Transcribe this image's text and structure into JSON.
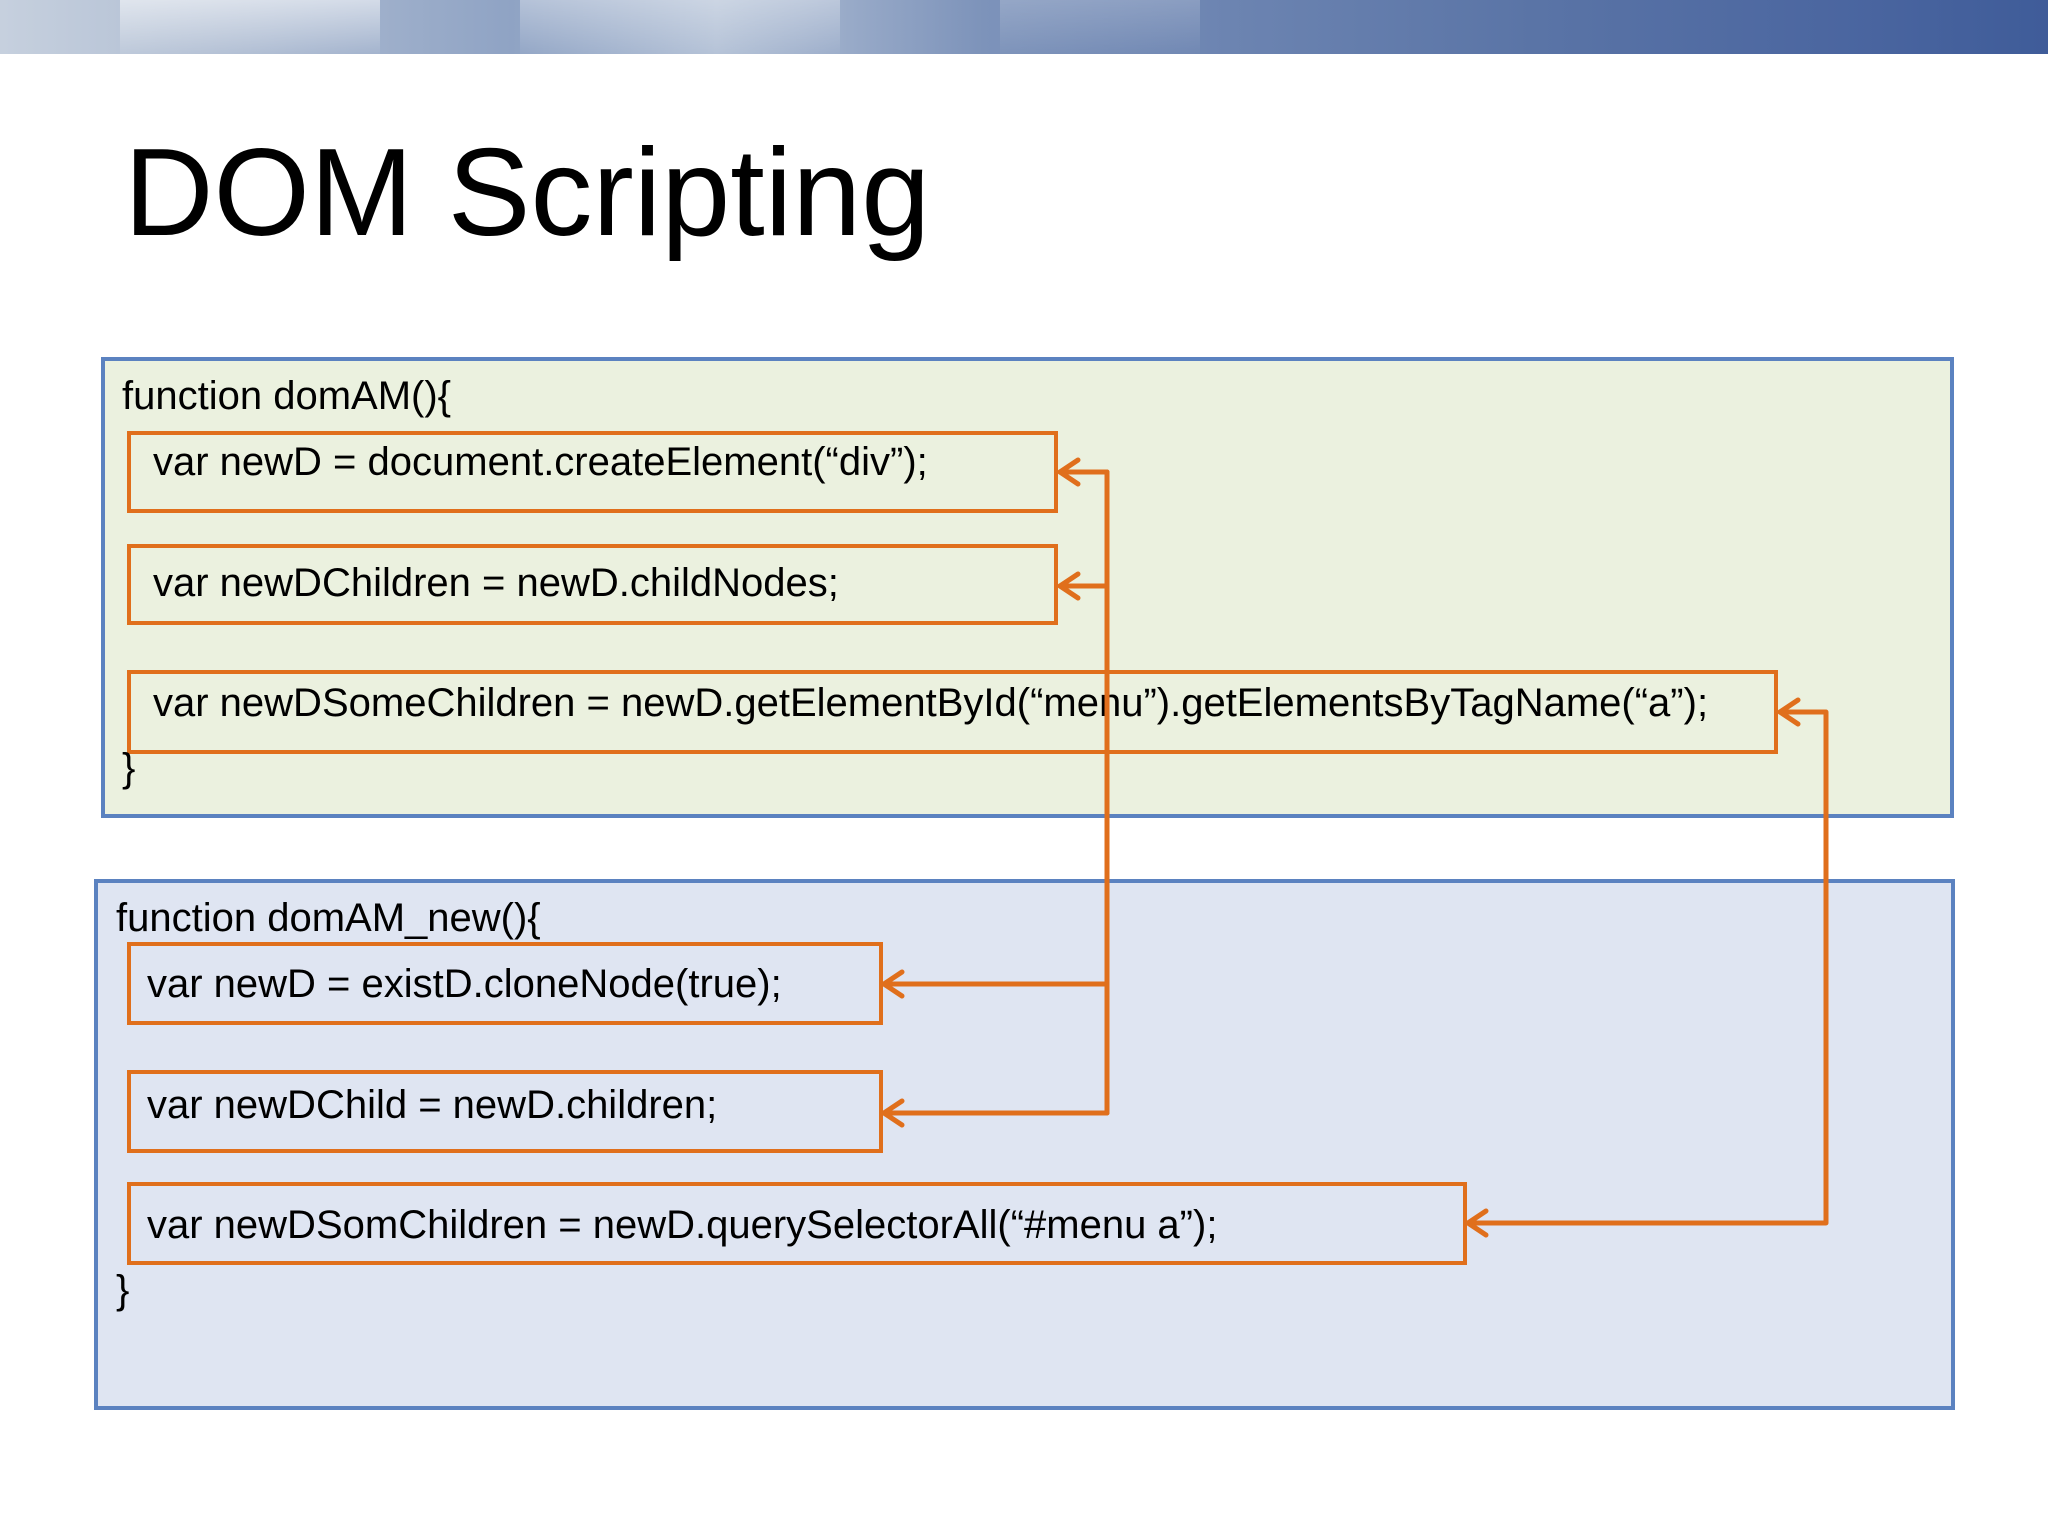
{
  "slide": {
    "title": "DOM Scripting"
  },
  "colors": {
    "func_box_border": "#5b82c0",
    "func_box_1_fill": "#ebf1df",
    "func_box_2_fill": "#dfe5f2",
    "statement_border": "#e06f1c",
    "connector": "#e06f1c"
  },
  "old_function": {
    "header": "function domAM(){",
    "statements": [
      "var newD = document.createElement(“div”);",
      "var newDChildren = newD.childNodes;",
      "var newDSomeChildren = newD.getElementById(“menu”).getElementsByTagName(“a”);"
    ],
    "closing": "}"
  },
  "new_function": {
    "header": "function domAM_new(){",
    "statements": [
      "var newD = existD.cloneNode(true);",
      "var newDChild = newD.children;",
      "var newDSomChildren = newD.querySelectorAll(“#menu a”);"
    ],
    "closing": "}"
  },
  "mappings": [
    {
      "from": "old_function.statements.0",
      "to": "new_function.statements.0"
    },
    {
      "from": "old_function.statements.1",
      "to": "new_function.statements.1"
    },
    {
      "from": "old_function.statements.2",
      "to": "new_function.statements.2"
    }
  ]
}
